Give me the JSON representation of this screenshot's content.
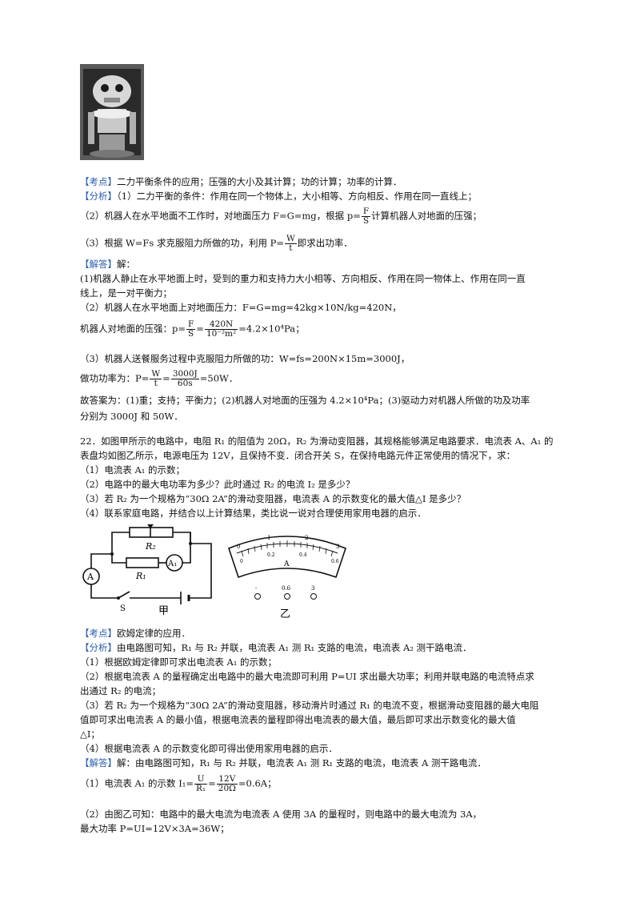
{
  "q21": {
    "kaodian_tag": "【考点】",
    "kaodian": "二力平衡条件的应用；压强的大小及其计算；功的计算；功率的计算．",
    "fenxi_tag": "【分析】",
    "fenxi1": "（1）二力平衡的条件：作用在同一个物体上，大小相等、方向相反、作用在同一直线上；",
    "fenxi2_a": "（2）机器人在水平地面不工作时，对地面压力 F=G=mg，根据 p=",
    "fenxi2_num": "F",
    "fenxi2_den": "S",
    "fenxi2_b": "计算机器人对地面的压强；",
    "fenxi3_a": "（3）根据 W=Fs 求克服阻力所做的功，利用 P=",
    "fenxi3_num": "W",
    "fenxi3_den": "t",
    "fenxi3_b": "即求出功率．",
    "jieda_tag": "【解答】",
    "jieda": "解：",
    "s1a": "(1)机器人静止在水平地面上时，受到的重力和支持力大小相等、方向相反、作用在同一物体上、作用在同一直",
    "s1b": "线上，是一对平衡力；",
    "s2": "（2）机器人在水平地面上对地面压力：F=G=mg=42kg×10N/kg=420N，",
    "s3_a": "机器人对地面的压强：p=",
    "s3_num1": "F",
    "s3_den1": "S",
    "s3_eq": "=",
    "s3_num2": "420N",
    "s3_den2": "10⁻²m²",
    "s3_b": "=4.2×10⁴Pa；",
    "s4": "（3）机器人送餐服务过程中克服阻力所做的功：W=fs=200N×15m=3000J，",
    "s5_a": "做功功率为：P=",
    "s5_num1": "W",
    "s5_den1": "t",
    "s5_eq": "=",
    "s5_num2": "3000J",
    "s5_den2": "60s",
    "s5_b": "=50W．",
    "ans1": "故答案为：(1)重；支持；平衡力；(2)机器人对地面的压强为 4.2×10⁴Pa；(3)驱动力对机器人所做的功及功率",
    "ans2": "分别为 3000J 和 50W．"
  },
  "q22": {
    "t1": "22．如图甲所示的电路中，电阻 R₁ 的阻值为 20Ω，R₂ 为滑动变阻器，其规格能够满足电路要求．电流表 A、A₁ 的",
    "t2": "表盘均如图乙所示，电源电压为 12V，且保持不变．闭合开关 S，在保持电路元件正常使用的情况下，求：",
    "q1": "（1）电流表 A₁ 的示数；",
    "q2": "（2）电路中的最大电功率为多少？此时通过 R₂ 的电流 I₂ 是多少？",
    "q3": "（3）若 R₂ 为一个规格为“30Ω 2A”的滑动变阻器，电流表 A 的示数变化的最大值△I 是多少？",
    "q4": "（4）联系家庭电路，并结合以上计算结果，类比说一说对合理使用家用电器的启示．",
    "fig": {
      "r2": "R₂",
      "r1": "R₁",
      "a": "A",
      "a1": "A₁",
      "s": "S",
      "jia": "甲",
      "scale0": "0",
      "scale1": "1",
      "scale2": "2",
      "scale3": "3",
      "scale02": "0.2",
      "scale04": "0.4",
      "meter_a": "A",
      "term1": "-",
      "term2": "0.6",
      "term3": "3",
      "yi": "乙"
    },
    "kaodian_tag": "【考点】",
    "kaodian": "欧姆定律的应用．",
    "fenxi_tag": "【分析】",
    "f0": "由电路图可知，R₁ 与 R₂ 并联，电流表 A₁ 测 R₁ 支路的电流，电流表 A₂ 测干路电流．",
    "f1": "（1）根据欧姆定律即可求出电流表 A₁ 的示数；",
    "f2a": "（2）根据电流表 A 的量程确定出电路中的最大电流即可利用 P=UI 求出最大功率；利用并联电路的电流特点求",
    "f2b": "出通过 R₂ 的电流；",
    "f3a": "（3）若 R₂ 为一个规格为“30Ω 2A”的滑动变阻器，移动滑片时通过 R₁ 的电流不变，根据滑动变阻器的最大电阻",
    "f3b": "值即可求出电流表 A 的最小值，根据电流表的量程即得出电流表的最大值，最后即可求出示数变化的最大值",
    "f3c": "△I；",
    "f4": "（4）根据电流表 A 的示数变化即可得出使用家用电器的启示．",
    "jieda_tag": "【解答】",
    "jieda": "解：由电路图可知，R₁ 与 R₂ 并联，电流表 A₁ 测 R₁ 支路的电流，电流表 A 测干路电流．",
    "j1_a": "（1）电流表 A₁ 的示数 I₁=",
    "j1_num1": "U",
    "j1_den1": "R₁",
    "j1_eq": "=",
    "j1_num2": "12V",
    "j1_den2": "20Ω",
    "j1_b": "=0.6A；",
    "j2": "（2）由图乙可知：电路中的最大电流为电流表 A 使用 3A 的量程时，则电路中的最大电流为 3A，",
    "j3": "最大功率 P=UI=12V×3A=36W；"
  }
}
